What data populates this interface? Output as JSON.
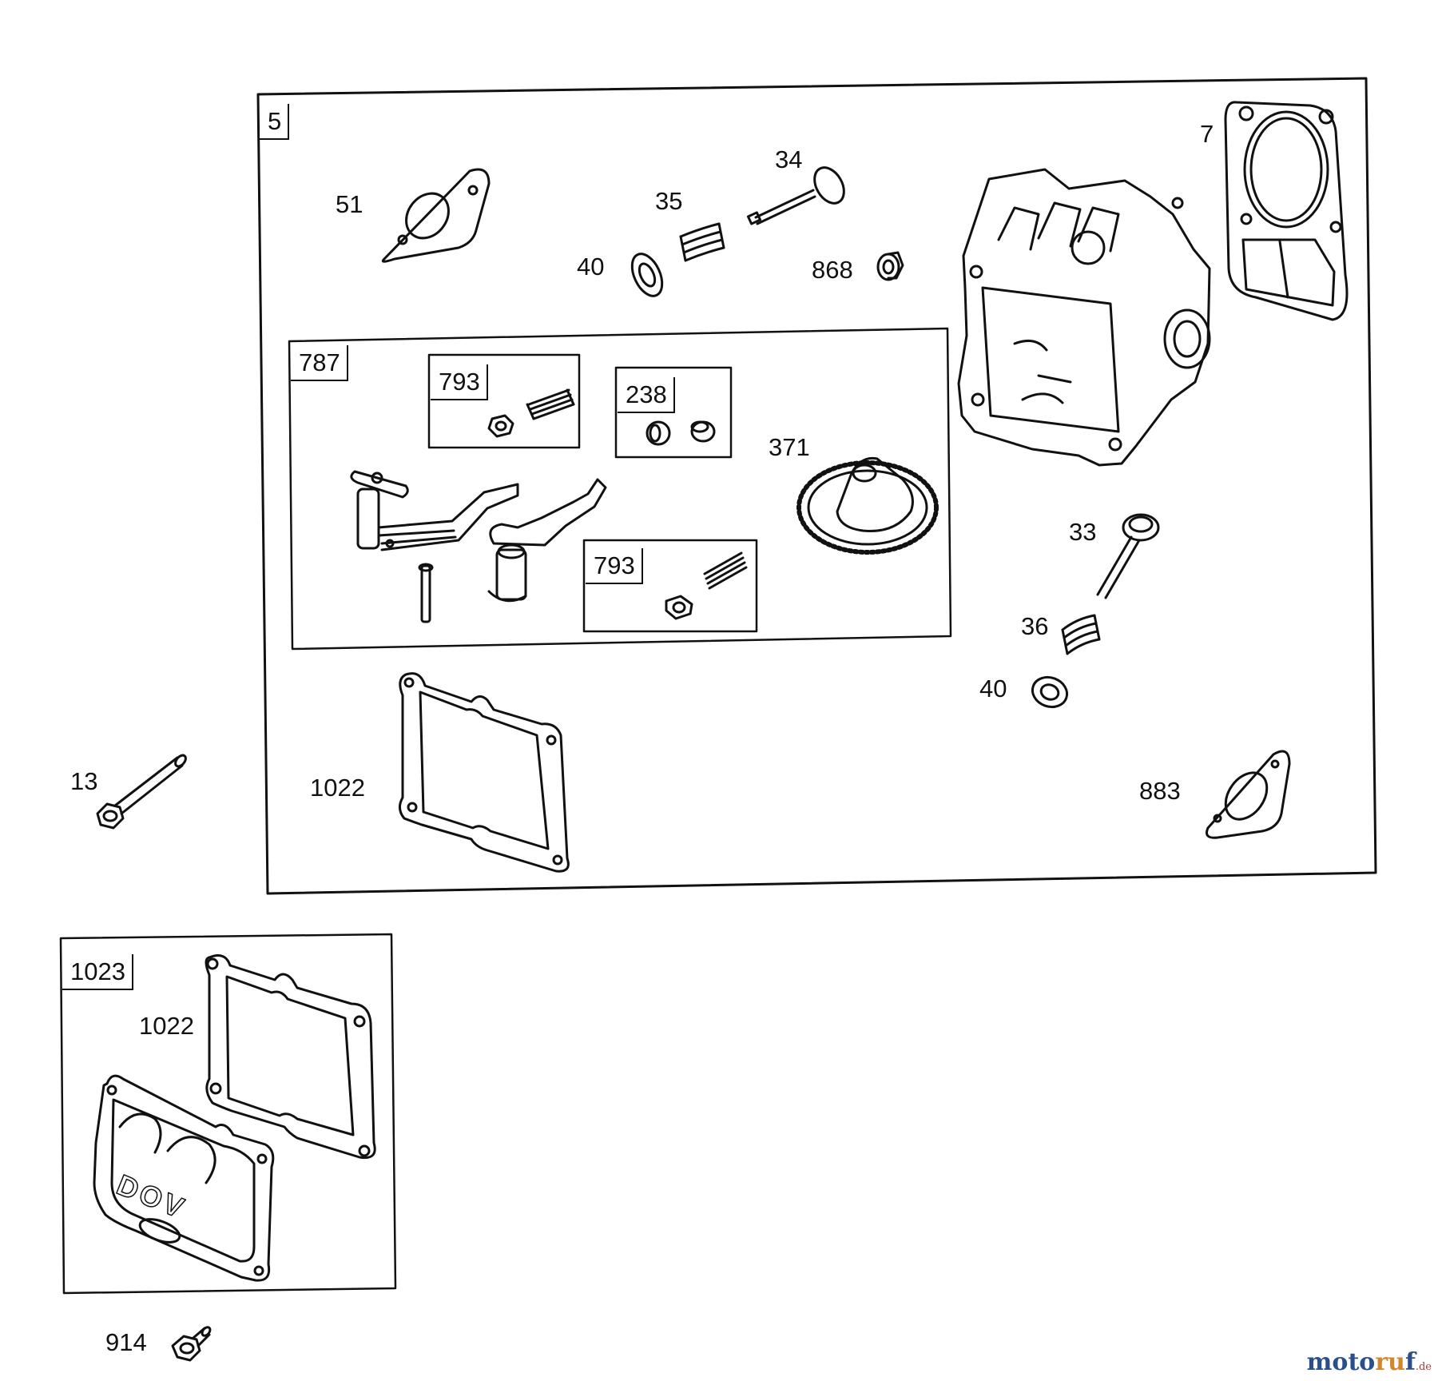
{
  "diagram": {
    "groups": {
      "main": "5",
      "governor_kit": "787",
      "kit_793_upper": "793",
      "kit_238": "238",
      "kit_793_lower": "793",
      "cover_kit": "1023"
    },
    "parts": {
      "p51": "51",
      "p35": "35",
      "p34": "34",
      "p40_top": "40",
      "p868": "868",
      "p7": "7",
      "p371": "371",
      "p33": "33",
      "p36": "36",
      "p40_bottom": "40",
      "p13": "13",
      "p1022": "1022",
      "p883": "883",
      "p1022_cover": "1022",
      "p914": "914"
    },
    "cover_emboss": "DOV"
  },
  "watermark": {
    "main": "motoruf",
    "suffix": ".de",
    "colors": {
      "dark": "#2a4f8a",
      "light": "#d2872c"
    }
  }
}
